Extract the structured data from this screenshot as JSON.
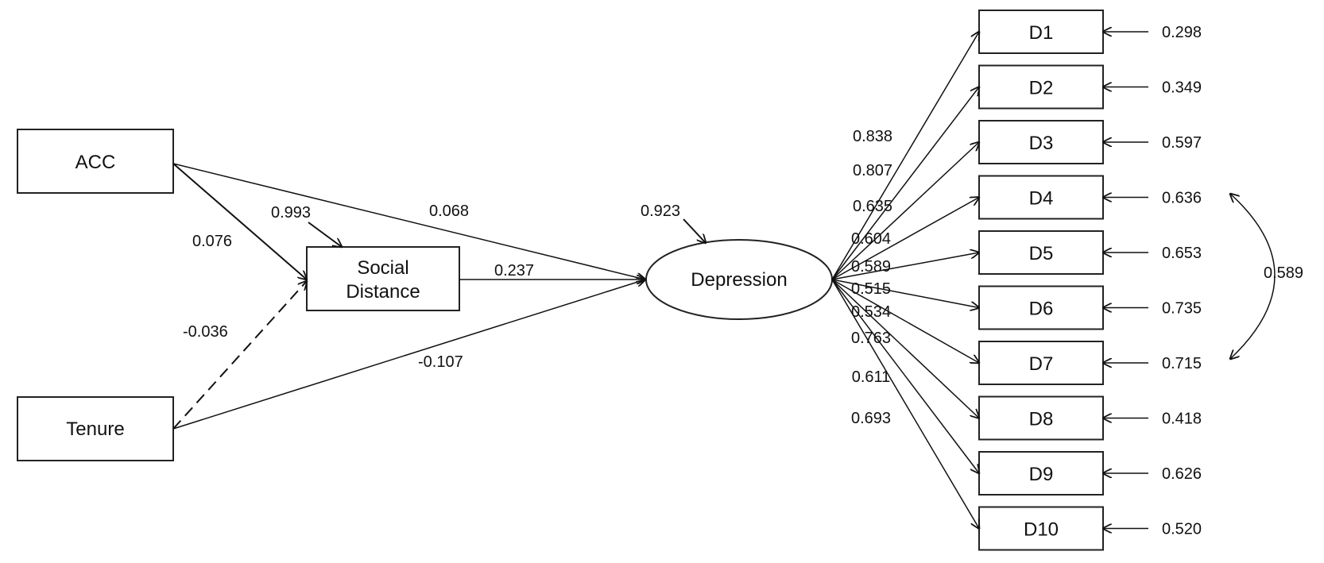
{
  "nodes": {
    "acc": "ACC",
    "tenure": "Tenure",
    "social_distance": [
      "Social",
      "Distance"
    ],
    "depression": "Depression",
    "items": [
      "D1",
      "D2",
      "D3",
      "D4",
      "D5",
      "D6",
      "D7",
      "D8",
      "D9",
      "D10"
    ]
  },
  "structural": {
    "acc_to_social": "0.076",
    "social_residual": "0.993",
    "acc_to_depression": "0.068",
    "social_to_depression": "0.237",
    "tenure_to_social": "-0.036",
    "tenure_to_depression": "-0.107",
    "depression_residual": "0.923"
  },
  "loadings": [
    "0.838",
    "0.807",
    "0.635",
    "0.604",
    "0.589",
    "0.515",
    "0.534",
    "0.763",
    "0.611",
    "0.693"
  ],
  "item_errors": [
    "0.298",
    "0.349",
    "0.597",
    "0.636",
    "0.653",
    "0.735",
    "0.715",
    "0.418",
    "0.626",
    "0.520"
  ],
  "error_covariance": "0.589"
}
